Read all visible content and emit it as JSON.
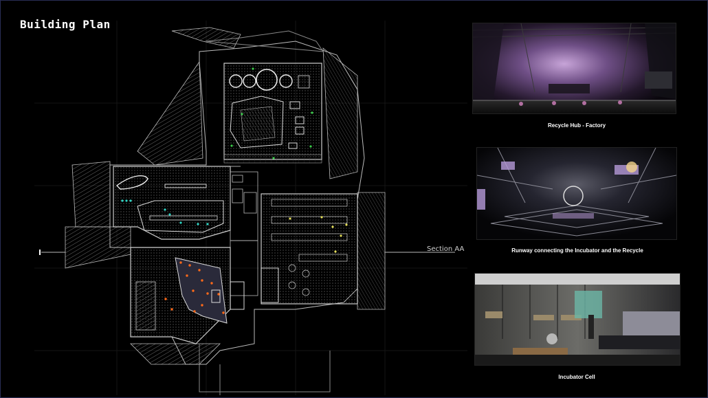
{
  "page": {
    "title": "Building Plan"
  },
  "plan": {
    "section_label": "Section AA"
  },
  "renders": [
    {
      "caption": "Recycle  Hub - Factory"
    },
    {
      "caption": "Runway connecting the Incubator and the Recycle"
    },
    {
      "caption": "Incubator Cell"
    }
  ],
  "colors": {
    "background": "#000000",
    "linework": "#bdbdbd",
    "marker_green": "#3ad04a",
    "marker_cyan": "#2fd7c6",
    "marker_yellow": "#e6e05a",
    "marker_orange": "#ff6a1a",
    "frame": "#2a2d55"
  }
}
